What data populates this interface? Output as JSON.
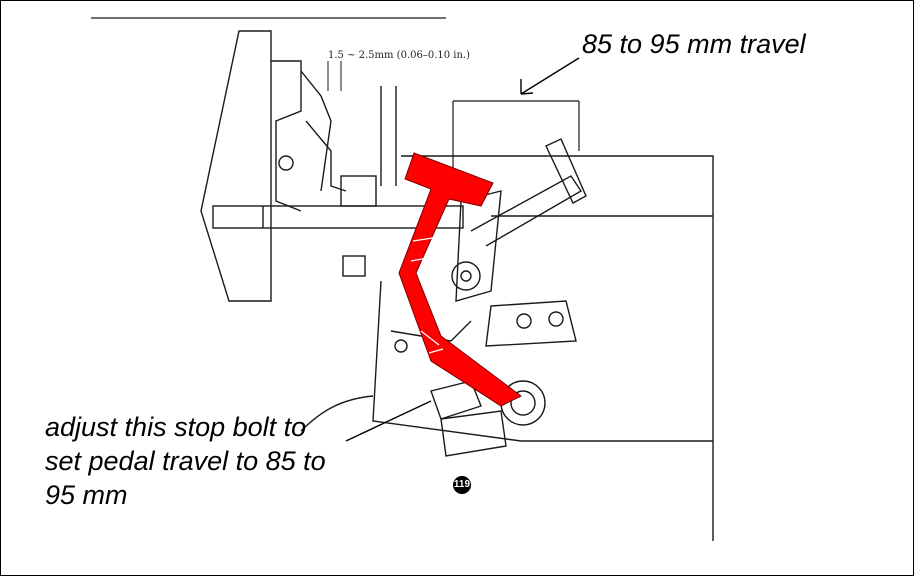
{
  "annotations": {
    "travel_label": "85 to 95 mm travel",
    "stop_bolt_label": "adjust this stop bolt to set pedal travel to 85 to 95 mm"
  },
  "manual": {
    "clearance_spec": "1.5 ~ 2.5mm (0.06–0.10 in.)",
    "figure_number": "119"
  },
  "colors": {
    "highlight": "#ff0000",
    "linework": "#1a1a1a"
  }
}
